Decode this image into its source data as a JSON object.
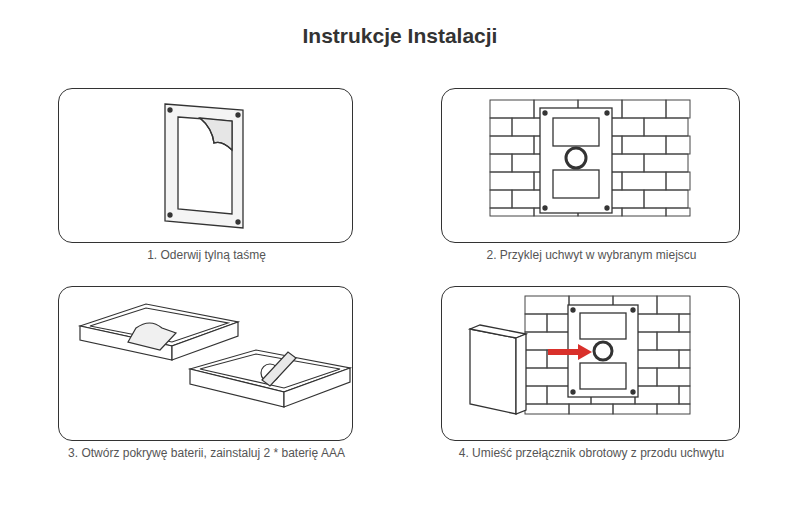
{
  "diagram": {
    "title": "Instrukcje Instalacji",
    "nodes": [
      {
        "text": [
          "1. Oderwij tylną taśmę"
        ]
      },
      {
        "text": [
          "2. Przyklej uchwyt w wybranym miejscu"
        ]
      },
      {
        "text": [
          "3. Otwórz pokrywę baterii, zainstaluj 2 * baterię AAA"
        ]
      },
      {
        "text": [
          "4. Umieść przełącznik obrotowy z przodu uchwytu"
        ]
      }
    ]
  }
}
